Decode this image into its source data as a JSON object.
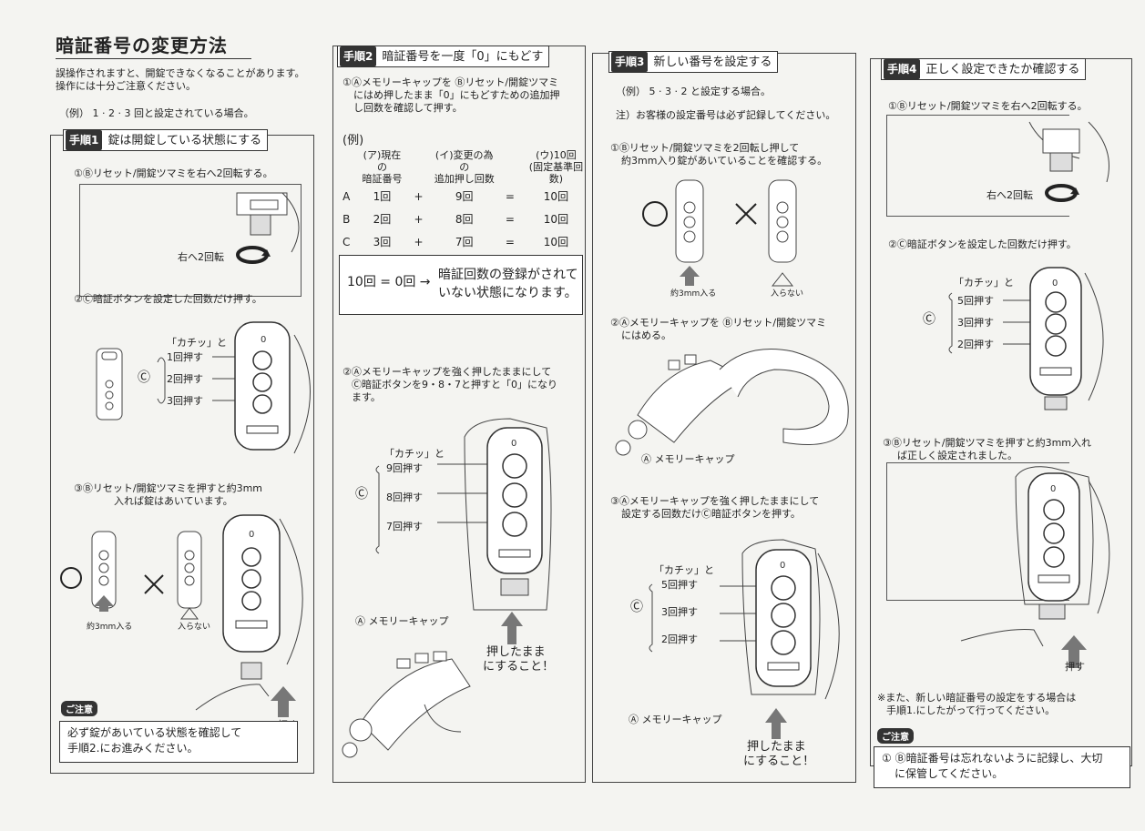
{
  "intro": {
    "title": "暗証番号の変更方法",
    "note": [
      "誤操作されますと、開錠できなくなることがあります。",
      "操作には十分ご注意ください。"
    ],
    "example": "（例） 1 · 2 · 3 回と設定されている場合。"
  },
  "step1": {
    "tag": "手順1",
    "heading": "錠は開錠している状態にする",
    "item1": "①Ⓑリセット/開錠ツマミを右へ2回転する。",
    "rotate_label": "右へ2回転",
    "item2": "②Ⓒ暗証ボタンを設定した回数だけ押す。",
    "click_label": "「カチッ」と",
    "presses": [
      "1回押す",
      "2回押す",
      "3回押す"
    ],
    "circle_letter": "Ⓒ",
    "item3": [
      "③Ⓑリセット/開錠ツマミを押すと約3mm",
      "入れば錠はあいています。"
    ],
    "enter_label": "約3mm入る",
    "no_enter_label": "入らない",
    "push_label": "押す",
    "caution_tag": "ご注意",
    "caution": [
      "必ず錠があいている状態を確認して",
      "手順2.にお進みください。"
    ]
  },
  "step2": {
    "tag": "手順2",
    "heading": "暗証番号を一度「0」にもどす",
    "item1": [
      "①Ⓐメモリーキャップを Ⓑリセット/開錠ツマミ",
      "にはめ押したまま「0」にもどすための追加押",
      "し回数を確認して押す。"
    ],
    "example": "(例)",
    "col_a": [
      "(ア)現在の",
      "暗証番号"
    ],
    "col_b": [
      "(イ)変更の為の",
      "追加押し回数"
    ],
    "col_c": [
      "(ウ)10回",
      "(固定基準回数)"
    ],
    "rows": [
      {
        "label": "A",
        "current": "1回",
        "op": "+",
        "add": "9回",
        "eq": "=",
        "total": "10回"
      },
      {
        "label": "B",
        "current": "2回",
        "op": "+",
        "add": "8回",
        "eq": "=",
        "total": "10回"
      },
      {
        "label": "C",
        "current": "3回",
        "op": "+",
        "add": "7回",
        "eq": "=",
        "total": "10回"
      }
    ],
    "box_left": "10回 = 0回 →",
    "box_right": [
      "暗証回数の登録がされて",
      "いない状態になります。"
    ],
    "item2": [
      "②Ⓐメモリーキャップを強く押したままにして",
      "Ⓒ暗証ボタンを9・8・7と押すと「0」になり",
      "ます。"
    ],
    "click_label": "「カチッ」と",
    "presses": [
      "9回押す",
      "8回押す",
      "7回押す"
    ],
    "circle_letter": "Ⓒ",
    "cap_label": "Ⓐ メモリーキャップ",
    "hold_label": [
      "押したまま",
      "にすること！"
    ]
  },
  "step3": {
    "tag": "手順3",
    "heading": "新しい番号を設定する",
    "example": "（例） 5 · 3 · 2 と設定する場合。",
    "note": "注）お客様の設定番号は必ず記録してください。",
    "item1": [
      "①Ⓑリセット/開錠ツマミを2回転し押して",
      "約3mm入り錠があいていることを確認する。"
    ],
    "enter_label": "約3mm入る",
    "no_enter_label": "入らない",
    "item2": [
      "②Ⓐメモリーキャップを Ⓑリセット/開錠ツマミ",
      "にはめる。"
    ],
    "cap_label": "Ⓐ メモリーキャップ",
    "item3": [
      "③Ⓐメモリーキャップを強く押したままにして",
      "設定する回数だけⒸ暗証ボタンを押す。"
    ],
    "click_label": "「カチッ」と",
    "presses": [
      "5回押す",
      "3回押す",
      "2回押す"
    ],
    "circle_letter": "Ⓒ",
    "cap_label2": "Ⓐ メモリーキャップ",
    "hold_label": [
      "押したまま",
      "にすること！"
    ]
  },
  "step4": {
    "tag": "手順4",
    "heading": "正しく設定できたか確認する",
    "item1": "①Ⓑリセット/開錠ツマミを右へ2回転する。",
    "rotate_label": "右へ2回転",
    "item2": "②Ⓒ暗証ボタンを設定した回数だけ押す。",
    "click_label": "「カチッ」と",
    "presses": [
      "5回押す",
      "3回押す",
      "2回押す"
    ],
    "circle_letter": "Ⓒ",
    "item3": [
      "③Ⓑリセット/開錠ツマミを押すと約3mm入れ",
      "ば正しく設定されました。"
    ],
    "push_label": "押す",
    "note": [
      "※また、新しい暗証番号の設定をする場合は",
      "手順1.にしたがって行ってください。"
    ],
    "caution_tag": "ご注意",
    "caution": [
      "① Ⓑ暗証番号は忘れないように記録し、大切",
      "に保管してください。"
    ]
  }
}
